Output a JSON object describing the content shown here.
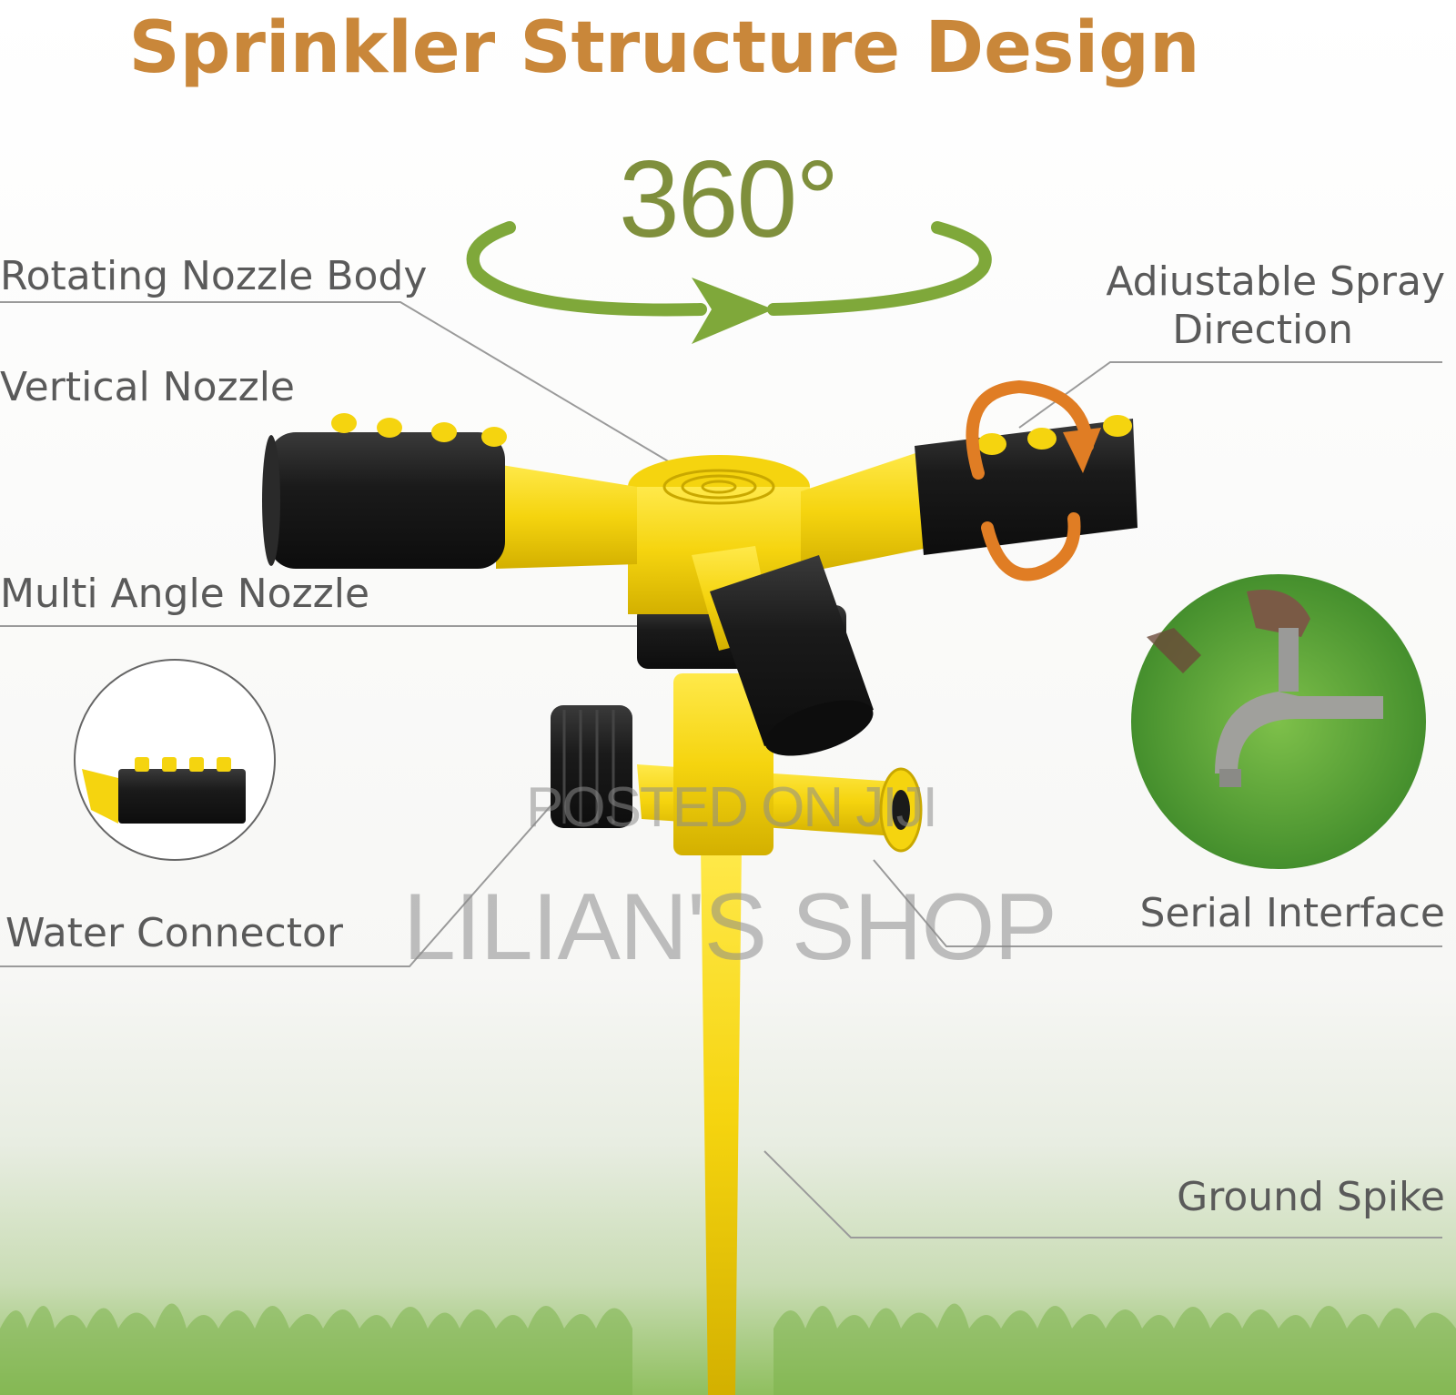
{
  "title": "Sprinkler Structure Design",
  "rotation_label": "360°",
  "labels": {
    "rotating_nozzle_body": "Rotating Nozzle Body",
    "vertical_nozzle": "Vertical Nozzle",
    "multi_angle_nozzle": "Multi Angle Nozzle",
    "water_connector": "Water Connector",
    "adjustable_spray_line1": "Adiustable Spray",
    "adjustable_spray_line2": "Direction",
    "serial_interface": "Serial Interface",
    "ground_spike": "Ground Spike"
  },
  "watermarks": {
    "posted": "POSTED ON JIJI",
    "shop": "LILIAN'S SHOP"
  },
  "colors": {
    "title": "#c9873a",
    "rotation_arrow": "#7fa83a",
    "sprinkler_yellow": "#f5d40f",
    "nozzle_black": "#1a1a1a",
    "adjust_arrow": "#e07d24",
    "grass": "#6cab3a",
    "label_text": "#5a5a5a",
    "leader_line": "#9a9a9a"
  }
}
